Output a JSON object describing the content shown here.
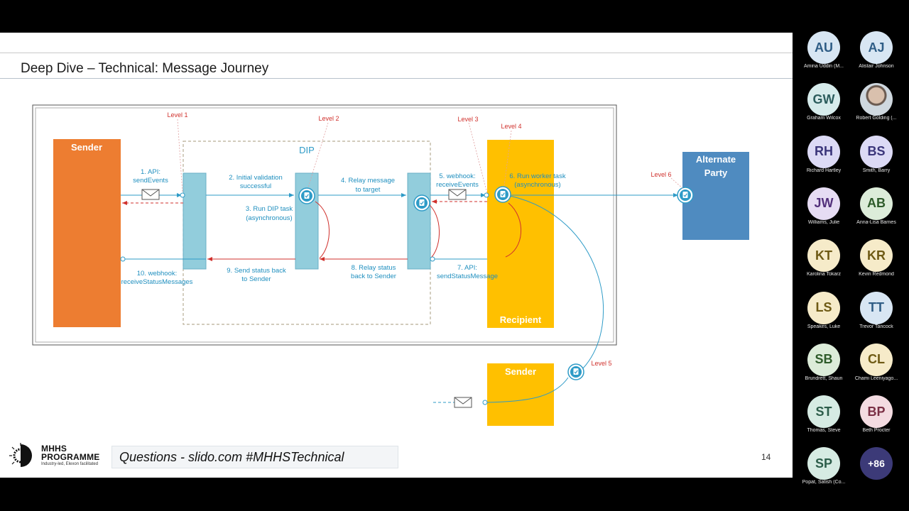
{
  "slide": {
    "title": "Deep Dive – Technical: Message Journey",
    "page_number": "14",
    "questions": "Questions - slido.com #MHHSTechnical",
    "logo": {
      "title_line1": "MHHS",
      "title_line2": "PROGRAMME",
      "subtitle": "Industry-led, Elexon facilitated"
    }
  },
  "diagram": {
    "boxes": {
      "sender": "Sender",
      "dip": "DIP",
      "recipient": "Recipient",
      "alternate_line1": "Alternate",
      "alternate_line2": "Party",
      "sender2": "Sender"
    },
    "levels": [
      "Level 1",
      "Level 2",
      "Level 3",
      "Level 4",
      "Level 5",
      "Level 6"
    ],
    "steps": {
      "s1": [
        "1. API:",
        "sendEvents"
      ],
      "s2": [
        "2. Initial validation",
        "successful"
      ],
      "s3": [
        "3. Run DIP task",
        "(asynchronous)"
      ],
      "s4": [
        "4. Relay message",
        "to target"
      ],
      "s5": [
        "5. webhook:",
        "receiveEvents"
      ],
      "s6": [
        "6. Run worker task",
        "(asynchronous)"
      ],
      "s7": [
        "7. API:",
        "sendStatusMessage"
      ],
      "s8": [
        "8. Relay status",
        "back to Sender"
      ],
      "s9": [
        "9. Send status back",
        "to Sender"
      ],
      "s10": [
        "10. webhook:",
        "receiveStatusMessages"
      ]
    },
    "colors": {
      "sender": "#ED7D31",
      "dip_node": "#92CDDC",
      "recipient": "#FFC000",
      "alternate": "#4F8BC0",
      "flow_blue": "#2E9BC7",
      "flow_red": "#D0312D",
      "label_blue": "#1F8FBF",
      "level_red": "#D0312D"
    }
  },
  "participants": [
    {
      "initials": "AU",
      "name": "Amina Uddin (M...",
      "bg": "#d8e6f3",
      "fg": "#2f5d86"
    },
    {
      "initials": "AJ",
      "name": "Alistair Johnson",
      "bg": "#d8e6f3",
      "fg": "#2f5d86"
    },
    {
      "initials": "GW",
      "name": "Graham Wilcox",
      "bg": "#d6ebeb",
      "fg": "#2c5d5d"
    },
    {
      "initials": "",
      "name": "Robert Golding (...",
      "bg": "",
      "fg": "",
      "photo": true
    },
    {
      "initials": "RH",
      "name": "Richard Hartley",
      "bg": "#dcdaf5",
      "fg": "#3a357a"
    },
    {
      "initials": "BS",
      "name": "Smith, Barry",
      "bg": "#dcdaf5",
      "fg": "#3a357a"
    },
    {
      "initials": "JW",
      "name": "Williams, Julie",
      "bg": "#e6dcf3",
      "fg": "#53307b"
    },
    {
      "initials": "AB",
      "name": "Anna-Lisa Barnes",
      "bg": "#dcecd9",
      "fg": "#2e5b2a"
    },
    {
      "initials": "KT",
      "name": "Karolina Tokarz",
      "bg": "#f6ebc9",
      "fg": "#6e5a14"
    },
    {
      "initials": "KR",
      "name": "Kevin Redmond",
      "bg": "#f6ebc9",
      "fg": "#6e5a14"
    },
    {
      "initials": "LS",
      "name": "Speakes, Luke",
      "bg": "#f6ebc9",
      "fg": "#6e5a14"
    },
    {
      "initials": "TT",
      "name": "Trevor Tancock",
      "bg": "#d8e6f3",
      "fg": "#2f5d86"
    },
    {
      "initials": "SB",
      "name": "Brundrett, Shaun",
      "bg": "#dcecd9",
      "fg": "#2e5b2a"
    },
    {
      "initials": "CL",
      "name": "Chami Leeniyago...",
      "bg": "#f6ebc9",
      "fg": "#6e5a14"
    },
    {
      "initials": "ST",
      "name": "Thomas, Steve",
      "bg": "#d6ebe3",
      "fg": "#2c5d4a"
    },
    {
      "initials": "BP",
      "name": "Beth Procter",
      "bg": "#f3dbe1",
      "fg": "#7a2f45"
    },
    {
      "initials": "SP",
      "name": "Popat, Satish (Co...",
      "bg": "#d6ebe3",
      "fg": "#2c5d4a"
    },
    {
      "initials": "+86",
      "name": "",
      "bg": "#3c3a78",
      "fg": "#ffffff",
      "more": true
    }
  ]
}
